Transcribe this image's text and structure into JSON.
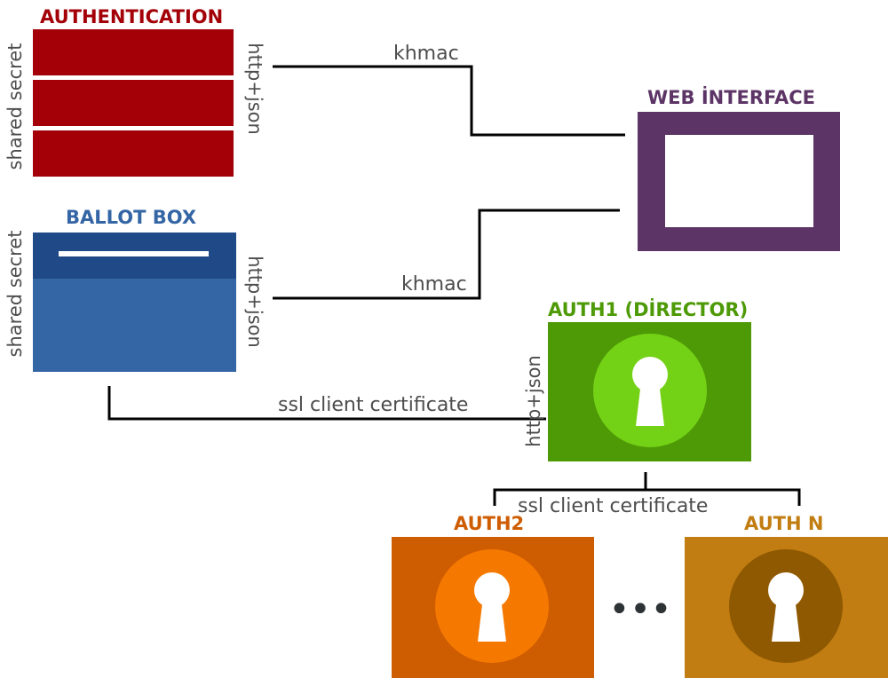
{
  "nodes": {
    "authentication": {
      "title": "AUTHENTICATION",
      "side_label": "shared secret",
      "protocol_label": "http+json",
      "color": "#a30008"
    },
    "ballot_box": {
      "title": "BALLOT BOX",
      "side_label": "shared secret",
      "protocol_label": "http+json",
      "color": "#3465a4",
      "slot_color": "#204a87"
    },
    "web_interface": {
      "title": "WEB İNTERFACE",
      "color": "#5c3566"
    },
    "auth1": {
      "title": "AUTH1 (DİRECTOR)",
      "protocol_label": "http+json",
      "color": "#4e9a06",
      "circle_color": "#73d216"
    },
    "auth2": {
      "title": "AUTH2",
      "color": "#ce5c00",
      "circle_color": "#f57900"
    },
    "auth_n": {
      "title": "AUTH N",
      "color": "#c17d11",
      "circle_color": "#8f5902"
    }
  },
  "edges": {
    "auth_to_web": "khmac",
    "ballot_to_web": "khmac",
    "ballot_to_auth1": "ssl client certificate",
    "auth1_to_authorities": "ssl client certificate"
  },
  "ellipsis": "•••",
  "icons": {
    "keyhole": "keyhole-icon"
  },
  "line_color": "#000000"
}
